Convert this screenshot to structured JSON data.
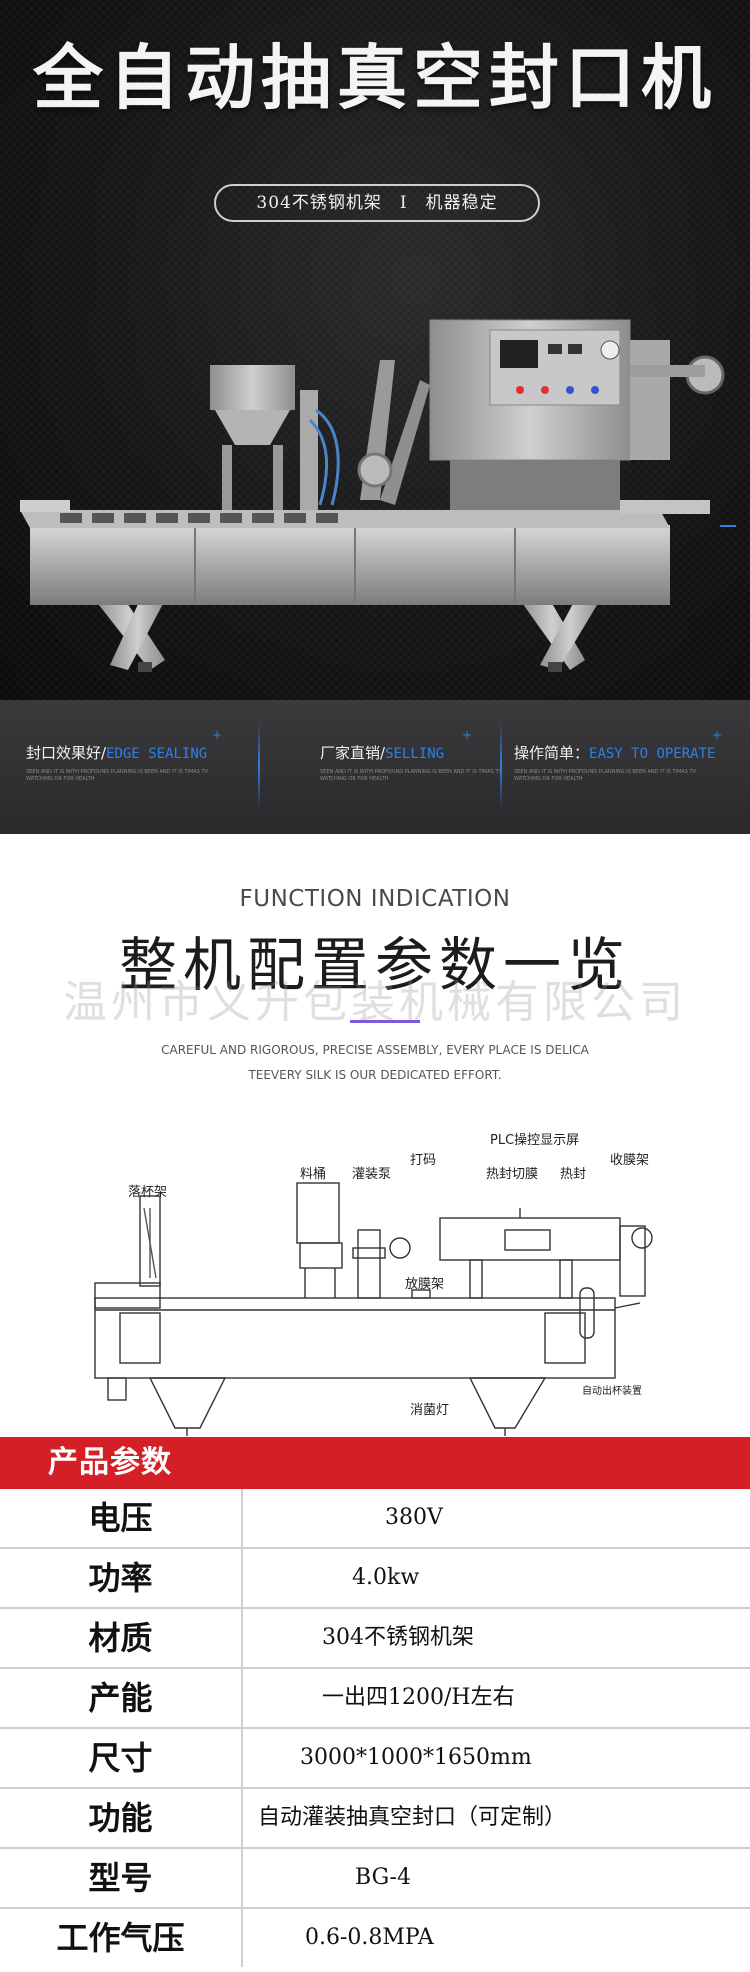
{
  "hero": {
    "title": "全自动抽真空封口机",
    "pill": "304不锈钢机架　I　机器稳定"
  },
  "features": [
    {
      "cn": "封口效果好/",
      "en": "EDGE SEALING",
      "sub": "SEEN AND IT IS WITH PROFOUND PLANNING IS BEEN AND IT IS TIMAS TV WATCHING OR FOR HEALTH"
    },
    {
      "cn": "厂家直销/",
      "en": "SELLING",
      "sub": "SEEN AND IT IS WITH PROFOUND PLANNING IS BEEN AND IT IS TIMAS TV WATCHING OR FOR HEALTH"
    },
    {
      "cn": "操作简单：",
      "en": "EASY TO OPERATE",
      "sub": "SEEN AND IT IS WITH PROFOUND PLANNING IS BEEN AND IT IS TIMAS TV WATCHING OR FOR HEALTH"
    }
  ],
  "function": {
    "en_title": "FUNCTION INDICATION",
    "cn_title": "整机配置参数一览",
    "watermark": "温州市义升包装机械有限公司",
    "desc_line1": "CAREFUL AND RIGOROUS, PRECISE ASSEMBLY, EVERY PLACE IS DELICA",
    "desc_line2": "TEEVERY SILK IS OUR DEDICATED EFFORT."
  },
  "diagram_labels": {
    "cup_drop": "落杯架",
    "bucket": "料桶",
    "filling_pump": "灌装泵",
    "coding": "打码",
    "plc": "PLC操控显示屏",
    "heat_cut": "热封切膜",
    "heat_seal": "热封",
    "film_collect": "收膜架",
    "film_release": "放膜架",
    "auto_out": "自动出杯装置",
    "sterilize": "消菌灯"
  },
  "params": {
    "header": "产品参数",
    "rows": [
      {
        "key": "电压",
        "value": "380V"
      },
      {
        "key": "功率",
        "value": "4.0kw"
      },
      {
        "key": "材质",
        "value": "304不锈钢机架"
      },
      {
        "key": "产能",
        "value": "一出四1200/H左右"
      },
      {
        "key": "尺寸",
        "value": "3000*1000*1650mm"
      },
      {
        "key": "功能",
        "value": "自动灌装抽真空封口（可定制）"
      },
      {
        "key": "型号",
        "value": "BG-4"
      },
      {
        "key": "工作气压",
        "value": "0.6-0.8MPA"
      }
    ]
  },
  "colors": {
    "accent_blue": "#2f7fe6",
    "header_red": "#d51f26",
    "purple_rule": "#7b5cd6"
  }
}
